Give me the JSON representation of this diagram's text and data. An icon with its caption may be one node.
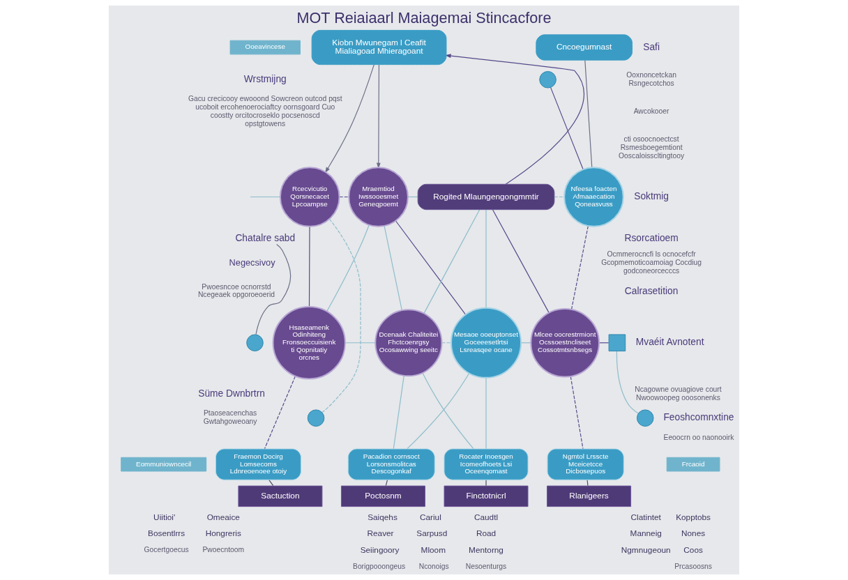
{
  "diagram": {
    "title": "MOT Reiaiaarl Maiagemai Stincacfore",
    "nodes": [
      {
        "text": [
          "Ooeavincese"
        ]
      },
      {
        "text": [
          "Kiobn Mwunegam l Ceafit",
          "Mialiagoad Mhieragoant"
        ]
      },
      {
        "text": [
          "Cncoegumnast"
        ]
      },
      {
        "text": [
          "Rcecvicutio Qorsnecacet Lpcoampse"
        ]
      },
      {
        "text": [
          "Mraemtiod Iwssooesmet Geneqpoemt"
        ]
      },
      {
        "text": [
          "Rogited Mlaungengongmmtir"
        ]
      },
      {
        "text": [
          "Nfeesa foacten Afmaaecation Qoneasvuss"
        ]
      },
      {
        "text": [],
        "shape": "circle"
      },
      {
        "text": [
          "Chatalre sabd"
        ]
      },
      {
        "text": [],
        "shape": "circle"
      },
      {
        "text": [],
        "shape": "circle"
      },
      {
        "text": [
          "Hsaseamenk Odinhiteng Fronsoeccuisienk ti Qopnitatiy orcnes"
        ]
      },
      {
        "text": [
          "Dcenaak Chaliteitei Fhctcoenrgsy Ocosawwing seeitc"
        ]
      },
      {
        "text": [
          "Mesaoe ooeuptonset Goceeesetlrtsi Lsreasqee ocane"
        ]
      },
      {
        "text": [
          "Mlcee oocrestrmiont Ocssoestncliseet Cossotmtsnbsegs"
        ]
      },
      {
        "text": [],
        "shape": "box"
      },
      {
        "text": [],
        "shape": "circle"
      },
      {
        "text": [
          "Eommuniowncecil"
        ]
      },
      {
        "text": [
          "Fraemon Docirg Lomsecoms Ldnreoenoee otoiy"
        ]
      },
      {
        "text": [
          "Pacadion cornsoct Lorsonsmolitcas Descogonkaf"
        ]
      },
      {
        "text": [
          "Rocater Inoesgen Icomeofhoets Lsi Oceenqomast"
        ]
      },
      {
        "text": [
          "Ngmtol Lrsscte Mceicetcce Dicbosepuos"
        ]
      },
      {
        "text": [
          "Frcaoid"
        ]
      },
      {
        "text": [
          "Sactuction"
        ]
      },
      {
        "text": [
          "Poctosnm"
        ]
      },
      {
        "text": [
          "Finctotnicrl"
        ]
      },
      {
        "text": [
          "Rlanigeers"
        ]
      }
    ],
    "edges": [
      {
        "from": 1,
        "to": 3,
        "arrow": "to",
        "color": "#6b6d86"
      },
      {
        "from": 1,
        "to": 4,
        "arrow": "to",
        "color": "#6b6d86"
      },
      {
        "from": 2,
        "to": 6,
        "arrow": "none",
        "color": "#6b6d86"
      },
      {
        "from": 5,
        "to": 1,
        "arrow": "to",
        "color": "#55488a"
      },
      {
        "from": null,
        "to": 3,
        "arrow": "none"
      },
      {
        "from": 3,
        "to": 4,
        "arrow": "none",
        "style": "dashed",
        "color": "#55488a"
      },
      {
        "from": 4,
        "to": 5,
        "arrow": "none"
      },
      {
        "from": 5,
        "to": 6,
        "arrow": "none",
        "style": "dashed"
      },
      {
        "from": 7,
        "to": 6,
        "arrow": "none",
        "color": "#55488a"
      },
      {
        "from": 8,
        "to": 9,
        "arrow": "none",
        "color": "#6b6d86"
      },
      {
        "from": 3,
        "to": 10,
        "arrow": "none",
        "style": "dashed"
      },
      {
        "from": 3,
        "to": 11,
        "arrow": "none",
        "color": "#55488a"
      },
      {
        "from": 4,
        "to": 11,
        "arrow": "none"
      },
      {
        "from": 4,
        "to": 12,
        "arrow": "none"
      },
      {
        "from": 4,
        "to": 13,
        "arrow": "none",
        "color": "#55488a"
      },
      {
        "from": 5,
        "to": 12,
        "arrow": "none"
      },
      {
        "from": 5,
        "to": 13,
        "arrow": "none"
      },
      {
        "from": 5,
        "to": 14,
        "arrow": "none",
        "color": "#55488a"
      },
      {
        "from": 6,
        "to": 14,
        "arrow": "none",
        "style": "dashed",
        "color": "#55488a"
      },
      {
        "from": 11,
        "to": 12,
        "arrow": "none"
      },
      {
        "from": 12,
        "to": 13,
        "arrow": "none",
        "style": "dashed"
      },
      {
        "from": 13,
        "to": 14,
        "arrow": "none"
      },
      {
        "from": 14,
        "to": 15,
        "arrow": "none",
        "color": "#55488a"
      },
      {
        "from": 15,
        "to": 16,
        "arrow": "none"
      },
      {
        "from": 11,
        "to": 18,
        "arrow": "none",
        "style": "dashed",
        "color": "#55488a"
      },
      {
        "from": 12,
        "to": 19,
        "arrow": "none"
      },
      {
        "from": 13,
        "to": 20,
        "arrow": "none"
      },
      {
        "from": 14,
        "to": 21,
        "arrow": "none",
        "style": "dashed",
        "color": "#55488a"
      },
      {
        "from": 12,
        "to": 20,
        "arrow": "none"
      },
      {
        "from": 13,
        "to": 19,
        "arrow": "none"
      },
      {
        "from": 18,
        "to": 23,
        "arrow": "none",
        "color": "#4a4a60"
      },
      {
        "from": 19,
        "to": 24,
        "arrow": "none",
        "color": "#4a4a60"
      },
      {
        "from": 20,
        "to": 25,
        "arrow": "none",
        "color": "#4a4a60"
      },
      {
        "from": 21,
        "to": 26,
        "arrow": "none",
        "color": "#4a4a60"
      }
    ],
    "labels": [
      "Wrstmijng",
      "Gacu crecicooy ewooond Sowcreon outcod pqst ucoboit ercohenoerociaftcy oornsgoard Cuo coostty orcitocroseklo pocsenoscd opstgtowens",
      "Safi",
      "Ooxnoncetckan Rsngecotchos",
      "Awcokooer",
      "cti osoocnoectcst Rsmesboegemtiont Ooscaloisscltingtooy",
      "Soktmig",
      "Rsorcatioem",
      "Ocmmerocncfi ls ocnocefcfr Gcopmemoticoamoiag Cocdiug godconeorcecccs",
      "Negecsivoy",
      "Pwoesncoe ocnorrstd Ncegeaek opgoroeoerid",
      "Calrasetition",
      "Mvaéit Avnotent",
      "Süme Dwnbrtrn",
      "Ncagowne ovuagiove court Nwoowoopeg ooosonenks",
      "Ptaoseacenchas Gwtahgoweoany",
      "Feoshcomnxtine",
      "Eeoocrn oo naonooirk",
      "Uiitioi'",
      "Omeaice",
      "Saiqehs",
      "Cariul",
      "Caudtl",
      "Clatintet",
      "Kopptobs",
      "Bosentlrrs",
      "Hongreris",
      "Reaver",
      "Sarpusd",
      "Road",
      "Manneig",
      "Nones",
      "Gocertgoecus",
      "Pwoecntoom",
      "Seiingoory",
      "Mloom",
      "Mentorng",
      "Ngmnugeoun",
      "Coos",
      "Borigpooongeus",
      "Nconoigs",
      "Nesoenturgs",
      "Prcasoosns"
    ]
  }
}
